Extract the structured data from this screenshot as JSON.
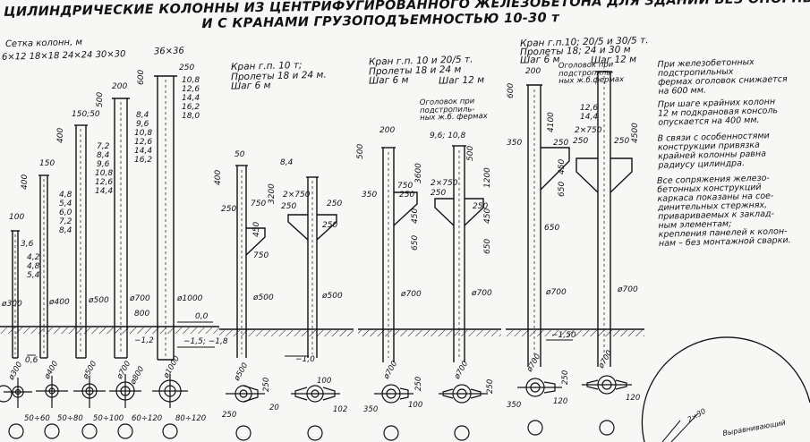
{
  "title": {
    "line1": "ЦИЛИНДРИЧЕСКИЕ КОЛОННЫ ИЗ ЦЕНТРИФУГИРОВАННОГО ЖЕЛЕЗОБЕТОНА ДЛЯ ЗДАНИЙ БЕЗ ОПОРНЫХ КРАНОВ",
    "line2": "И С КРАНАМИ ГРУЗОПОДЪЕМНОСТЬЮ 10-30 т"
  },
  "grid": {
    "header": "Сетка колонн, м",
    "sizes": "6×12   18×18   24×24   30×30",
    "size36": "36×36"
  },
  "groups": {
    "g2": {
      "line1": "Кран г.п. 10 т;",
      "line2": "Пролеты 18 и 24 м.",
      "line3": "Шаг 6 м"
    },
    "g3": {
      "line1": "Кран г.п. 10 и 20/5 т.",
      "line2": "Пролеты 18 и 24 м",
      "line3": "Шаг 6 м",
      "line3b": "Шаг 12 м"
    },
    "g4": {
      "line1": "Кран г.п.10; 20/5 и 30/5 т.",
      "line2": "Пролеты 18; 24 и 30 м",
      "line3": "Шаг 6 м",
      "line3b": "Шаг 12 м"
    }
  },
  "annotations": {
    "head_truss": "Оголовок при\nподстропиль-\nных ж.б. фермах",
    "head_truss2": "Оголовок при\nподстропиль-\nных ж.б.фермах",
    "marks_96_108": "9,6; 10,8",
    "mark_84": "8,4",
    "level_00": "0,0",
    "level_15_18": "−1,5; −1,8",
    "level_12": "−1,2",
    "level_10": "−1,0",
    "level_150": "−1,50",
    "level_06": "0,6"
  },
  "notes": {
    "n1": "При железобетонных\nподстропильных\nфермах оголовок снижается\nна 600 мм.",
    "n2": "При шаге крайних колонн\n12 м подкрановая консоль\nопускается на 400 мм.",
    "n3": "В связи с особенностями\nконструкции привязка\nкрайней колонны равна\nрадиусу цилиндра.",
    "n4": "Все сопряжения железо-\nбетонных конструкций\nкаркаса показаны на сое-\nдинительных стержнях,\nприваривaемых к заклад-\nным элементам;\nкрепления панелей к колон-\nнам – без монтажной сварки."
  },
  "corner": {
    "dim": "2×30",
    "label": "Выравнивающий"
  },
  "group1": {
    "columns": [
      {
        "top_dim": "100",
        "dia": "ø300",
        "marks": [
          "3,6",
          "4,2",
          "4,8",
          "5,4"
        ],
        "sec_dia": "ø300",
        "sec_dim": "50÷60"
      },
      {
        "top_dim": "150",
        "dim2": "400",
        "dia": "ø400",
        "marks": [
          "4,8",
          "5,4",
          "6,0",
          "7,2",
          "8,4"
        ],
        "sec_dia": "ø400",
        "sec_dim": "50÷80"
      },
      {
        "top_dim": "150;50",
        "dim2": "400",
        "dia": "ø500",
        "marks": [
          "7,2",
          "8,4",
          "9,6",
          "10,8",
          "12,6",
          "14,4"
        ],
        "sec_dia": "ø500",
        "sec_dim": "50÷100"
      },
      {
        "top_dim": "200",
        "dim2": "500",
        "dia": "ø700",
        "marks": [
          "8,4",
          "9,6",
          "10,8",
          "12,6",
          "14,4",
          "16,2"
        ],
        "sec_dia": "ø700",
        "sec_dia2": "ø800",
        "sec_dim": "60÷120",
        "extra": "800"
      },
      {
        "top_dim": "250",
        "dim2": "600",
        "dia": "ø1000",
        "marks": [
          "10,8",
          "12,6",
          "14,4",
          "16,2",
          "18,0"
        ],
        "sec_dia": "ø1000",
        "sec_dim": "80÷120"
      }
    ]
  },
  "group2": {
    "dims": {
      "d50": "50",
      "d400": "400",
      "d250a": "250",
      "d750a": "750",
      "d450": "450",
      "d750b": "750",
      "d3200": "3200",
      "d2x750": "2×750",
      "d250b": "250",
      "d250c": "250",
      "d250d": "250",
      "d500a": "ø500",
      "d500b": "ø500"
    },
    "sections": {
      "s1_dia": "ø500",
      "s1_w": "250",
      "s1_h": "250",
      "s1_e": "20",
      "s2_w": "100",
      "s2_h": "102"
    }
  },
  "group3": {
    "dims": {
      "d200": "200",
      "d500": "500",
      "d350": "350",
      "d750": "750",
      "d250": "250",
      "d3600": "3600",
      "d2x750": "2×750",
      "d250b": "250",
      "d250c": "250",
      "d450a": "450",
      "d650a": "650",
      "d1200": "1200",
      "d450b": "450",
      "d650b": "650",
      "d500b": "500",
      "d700a": "ø700",
      "d700b": "ø700"
    },
    "sections": {
      "s1_dia": "ø700",
      "s1_w": "100",
      "s1_h": "250",
      "s1_l": "350",
      "s2_dia": "ø700",
      "s2_h": "250"
    }
  },
  "group4": {
    "dims": {
      "d200": "200",
      "d600": "600",
      "d126": "12,6",
      "d144": "14,4",
      "d4100": "4100",
      "d350": "350",
      "d250": "250",
      "d2x750": "2×750",
      "d250b": "250",
      "d250c": "250",
      "d650": "650",
      "d450": "450",
      "d650b": "650",
      "d4500": "4500",
      "d700a": "ø700",
      "d700b": "ø700"
    },
    "sections": {
      "s1_dia": "ø700",
      "s1_w": "120",
      "s1_l": "350",
      "s1_h": "250",
      "s2_dia": "ø700",
      "s2_w": "120"
    }
  }
}
